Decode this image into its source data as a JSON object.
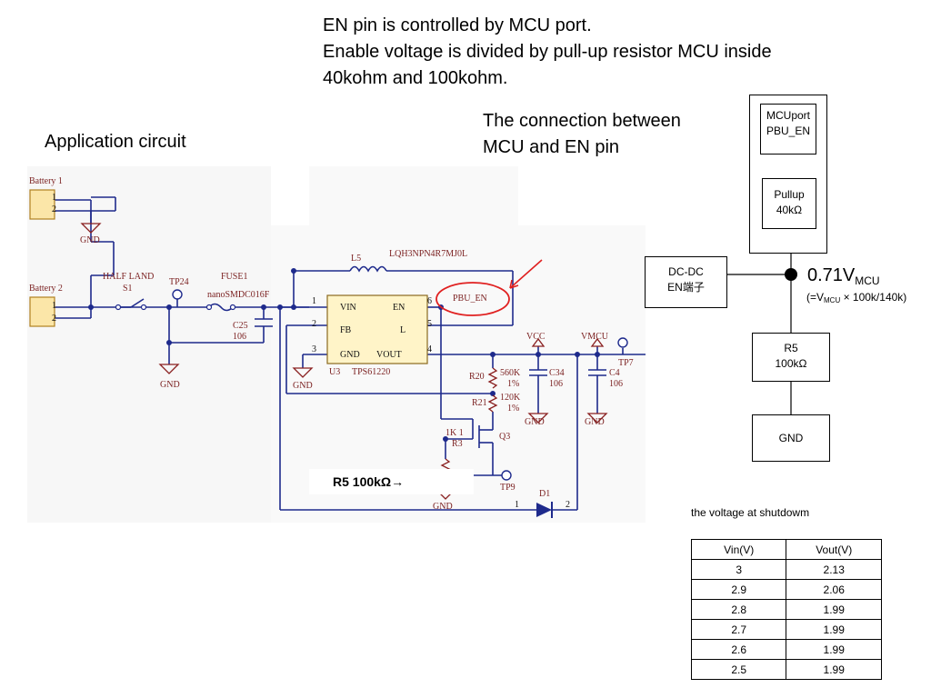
{
  "heading": {
    "line1": "EN pin is controlled by MCU port.",
    "line2": "Enable voltage is divided by pull-up resistor MCU inside",
    "line3": "40kohm and 100kohm."
  },
  "connection_title": {
    "line1": "The connection between",
    "line2": "MCU and EN pin"
  },
  "application_title": "Application circuit",
  "schematic": {
    "battery1": "Battery 1",
    "battery2": "Battery 2",
    "pin1": "1",
    "pin2": "2",
    "gnd": "GND",
    "half_land": "HALF LAND",
    "s1": "S1",
    "tp24": "TP24",
    "fuse1": "FUSE1",
    "fuse_part": "nanoSMDC016F",
    "c25": "C25",
    "c25_val": "106",
    "l5": "L5",
    "l5_part": "LQH3NPN4R7MJ0L",
    "pin_vin": "VIN",
    "pin_en": "EN",
    "pin_fb": "FB",
    "pin_l": "L",
    "pin_gnd": "GND",
    "pin_vout": "VOUT",
    "num1": "1",
    "num2": "2",
    "num3": "3",
    "num4": "4",
    "num5": "5",
    "num6": "6",
    "u3": "U3",
    "u3_part": "TPS61220",
    "pbu_en": "PBU_EN",
    "vcc": "VCC",
    "vmcu": "VMCU",
    "tp7": "TP7",
    "r20": "R20",
    "r20_val": "560K",
    "r20_tol": "1%",
    "r21": "R21",
    "r21_val": "120K",
    "r21_tol": "1%",
    "c34": "C34",
    "c34_val": "106",
    "c4": "C4",
    "c4_val": "106",
    "r3_val": "1K 1",
    "r3": "R3",
    "q3": "Q3",
    "tp9": "TP9",
    "d1": "D1",
    "d1_pin1": "1",
    "d1_pin2": "2",
    "r5_label": "R5  100kΩ→"
  },
  "block": {
    "mcu_line1": "MCUport",
    "mcu_line2": "PBU_EN",
    "pullup_line1": "Pullup",
    "pullup_line2": "40kΩ",
    "dcdc_line1": "DC-DC",
    "dcdc_line2": "EN端子",
    "node_voltage": "0.71V",
    "node_sub": "MCU",
    "formula_pre": "(=V",
    "formula_sub": "MCU",
    "formula_post": " × 100k/140k)",
    "r5_line1": "R5",
    "r5_line2": "100kΩ",
    "gnd": "GND"
  },
  "table": {
    "caption": "the voltage at shutdowm",
    "headers": [
      "Vin(V)",
      "Vout(V)"
    ],
    "rows": [
      [
        "3",
        "2.13"
      ],
      [
        "2.9",
        "2.06"
      ],
      [
        "2.8",
        "1.99"
      ],
      [
        "2.7",
        "1.99"
      ],
      [
        "2.6",
        "1.99"
      ],
      [
        "2.5",
        "1.99"
      ]
    ]
  },
  "colors": {
    "wire_blue": "#1e2a8c",
    "red_mark": "#e02020",
    "label_brown": "#7a1f1f",
    "box_yellow": "#fbe6a8",
    "chip_yellow": "#fff4c8"
  }
}
